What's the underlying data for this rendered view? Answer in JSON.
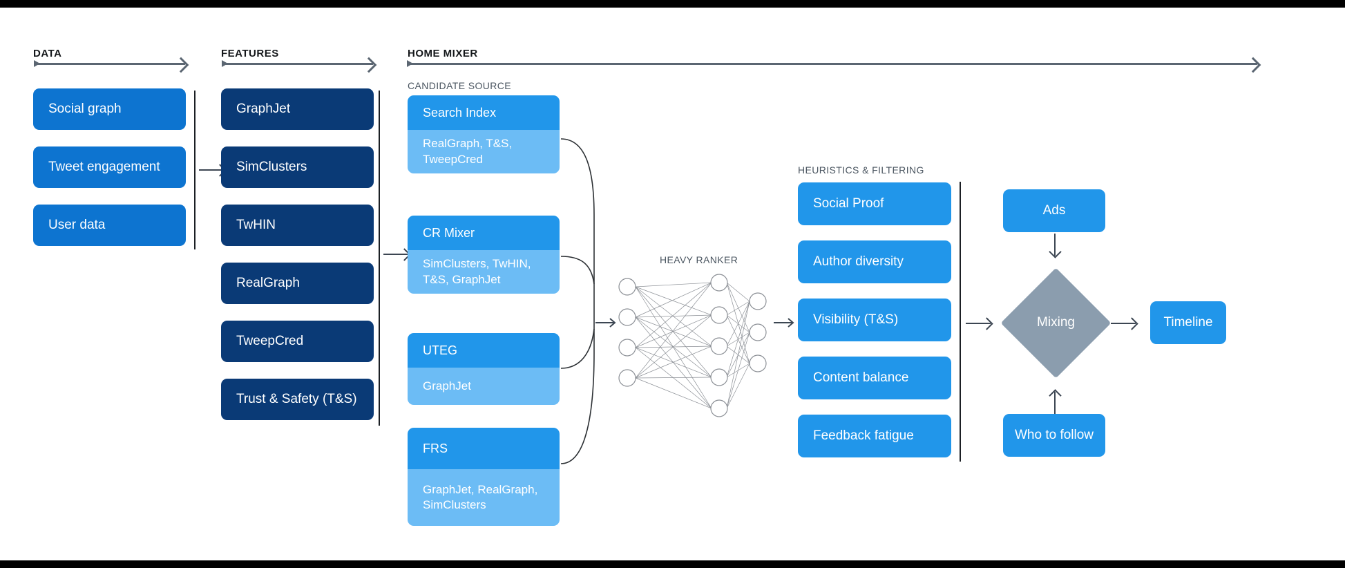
{
  "sections": {
    "data": {
      "label": "DATA"
    },
    "features": {
      "label": "FEATURES"
    },
    "home_mixer": {
      "label": "HOME MIXER"
    },
    "candidate_source": {
      "label": "CANDIDATE SOURCE"
    },
    "heavy_ranker": {
      "label": "HEAVY RANKER"
    },
    "heuristics": {
      "label": "HEURISTICS & FILTERING"
    }
  },
  "data_boxes": [
    {
      "label": "Social graph"
    },
    {
      "label": "Tweet engagement"
    },
    {
      "label": "User data"
    }
  ],
  "feature_boxes": [
    {
      "label": "GraphJet"
    },
    {
      "label": "SimClusters"
    },
    {
      "label": "TwHIN"
    },
    {
      "label": "RealGraph"
    },
    {
      "label": "TweepCred"
    },
    {
      "label": "Trust & Safety (T&S)"
    }
  ],
  "candidate_sources": [
    {
      "title": "Search Index",
      "detail": "RealGraph, T&S, TweepCred"
    },
    {
      "title": "CR Mixer",
      "detail": "SimClusters, TwHIN, T&S, GraphJet"
    },
    {
      "title": "UTEG",
      "detail": "GraphJet"
    },
    {
      "title": "FRS",
      "detail": "GraphJet, RealGraph, SimClusters"
    }
  ],
  "heuristics_boxes": [
    {
      "label": "Social Proof"
    },
    {
      "label": "Author diversity"
    },
    {
      "label": "Visibility (T&S)"
    },
    {
      "label": "Content balance"
    },
    {
      "label": "Feedback fatigue"
    }
  ],
  "mixing": {
    "label": "Mixing",
    "ads_label": "Ads",
    "who_to_follow_label": "Who to follow",
    "timeline_label": "Timeline"
  },
  "neural_net": {
    "input_nodes": 4,
    "hidden_nodes": 5,
    "output_nodes": 3
  },
  "colors": {
    "data_blue": "#0d74d0",
    "feature_navy": "#0a3a76",
    "bright_blue": "#2196ea",
    "light_blue": "#6cbcf5",
    "mixing_gray": "#8b9dae",
    "axis_gray": "#5b6672",
    "heading_dark": "#14171a",
    "subheading_gray": "#4a5560",
    "letterbox": "#000000"
  }
}
